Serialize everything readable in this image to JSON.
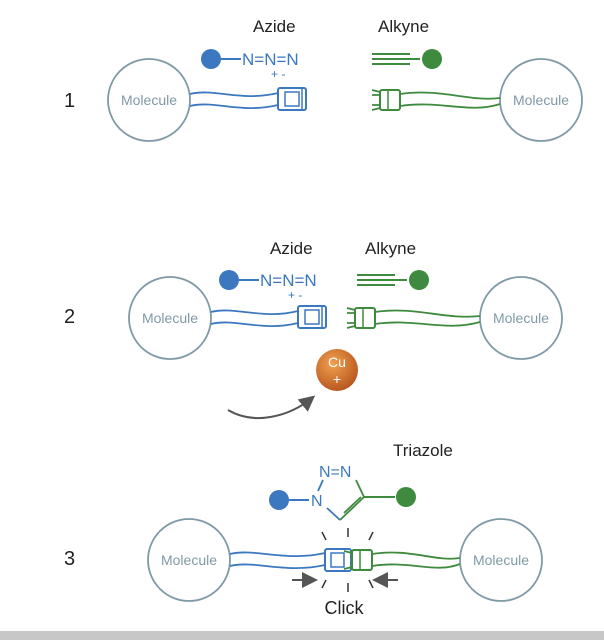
{
  "colors": {
    "azide": "#3b78c0",
    "alkyne": "#3e8a3e",
    "circle": "#7f9aa6",
    "copper_light": "#e78a3a",
    "copper_dark": "#b5531d",
    "arrow": "#555555",
    "text": "#222222"
  },
  "steps": [
    {
      "number": "1",
      "azide_label": "Azide",
      "azide_formula": "N=N=N",
      "azide_charges": "+ -",
      "alkyne_label": "Alkyne",
      "molecule_left": "Molecule",
      "molecule_right": "Molecule"
    },
    {
      "number": "2",
      "azide_label": "Azide",
      "azide_formula": "N=N=N",
      "azide_charges": "+ -",
      "alkyne_label": "Alkyne",
      "molecule_left": "Molecule",
      "molecule_right": "Molecule",
      "catalyst_symbol": "Cu",
      "catalyst_charge": "+"
    },
    {
      "number": "3",
      "product_label": "Triazole",
      "ring_n_top": "N=N",
      "ring_n_left": "N",
      "molecule_left": "Molecule",
      "molecule_right": "Molecule",
      "action_label": "Click"
    }
  ],
  "icons": [
    "buckle-female-icon",
    "buckle-male-icon",
    "copper-catalyst-icon",
    "curved-arrow-icon"
  ]
}
